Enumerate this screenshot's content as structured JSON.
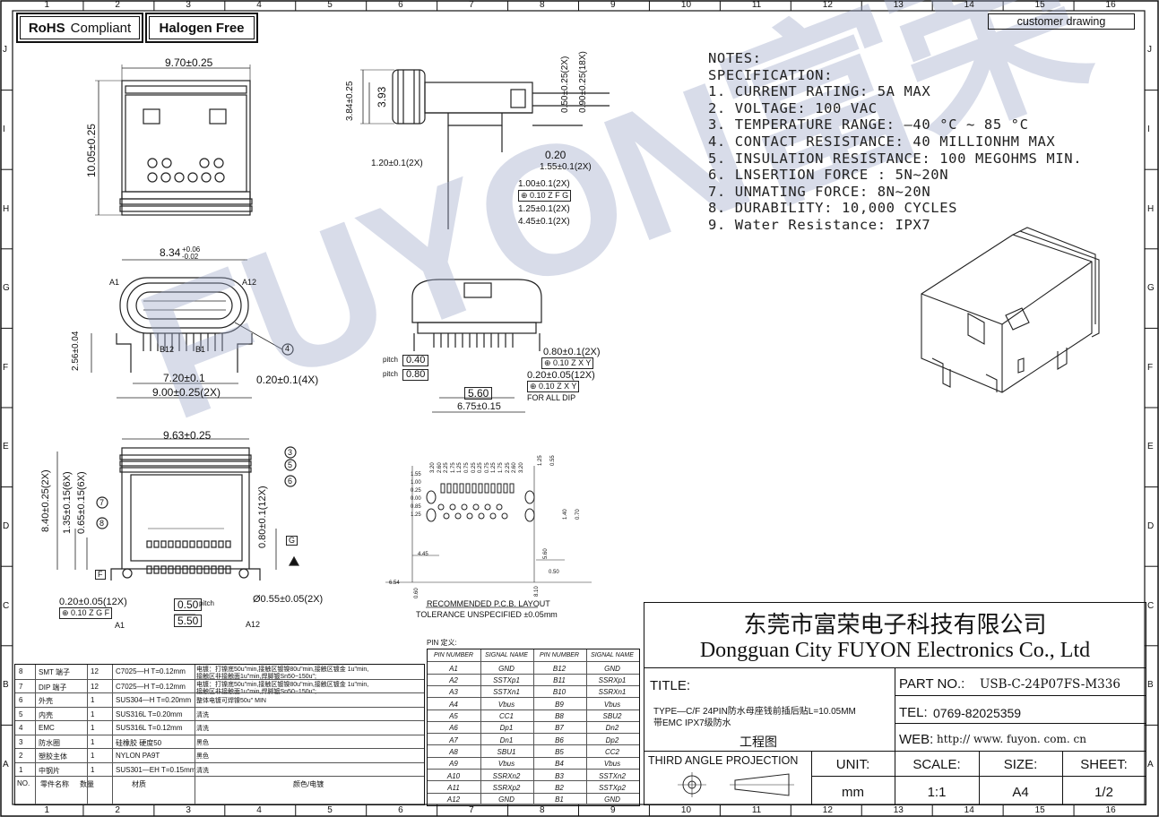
{
  "badges": {
    "rohs": "RoHS",
    "rohs_compliant": "Compliant",
    "halogen": "Halogen Free"
  },
  "customer_drawing": "customer drawing",
  "grid": {
    "columns": [
      "1",
      "2",
      "3",
      "4",
      "5",
      "6",
      "7",
      "8",
      "9",
      "10",
      "11",
      "12",
      "13",
      "14",
      "15",
      "16"
    ],
    "rows": [
      "J",
      "I",
      "H",
      "G",
      "F",
      "E",
      "D",
      "C",
      "B",
      "A"
    ]
  },
  "notes": [
    "NOTES:",
    "SPECIFICATION:",
    "1. CURRENT RATING: 5A MAX",
    "2. VOLTAGE: 100 VAC",
    "3. TEMPERATURE RANGE: —40 °C ~ 85 °C",
    "4. CONTACT RESISTANCE: 40 MILLIONHM MAX",
    "5. INSULATION RESISTANCE: 100 MEGOHMS MIN.",
    "6. LNSERTION FORCE : 5N~20N",
    "7. UNMATING FORCE: 8N~20N",
    "8. DURABILITY:  10,000 CYCLES",
    "9. Water Resistance: IPX7"
  ],
  "watermark": "FUYON富荣",
  "dims": {
    "top_width": "9.70±0.25",
    "top_height": "10.05±0.25",
    "side_384": "3.84±0.25",
    "side_393": "3.93",
    "side_050": "0.50±0.25(2X)",
    "side_090": "0.90±0.25(18X)",
    "side_020": "0.20",
    "side_155": "1.55±0.1(2X)",
    "side_120": "1.20±0.1(2X)",
    "side_100": "1.00±0.1(2X)",
    "side_010zfg": "0.10",
    "side_125": "1.25±0.1(2X)",
    "side_445": "4.45±0.1(2X)",
    "front_834": "8.34",
    "front_834_tol": "+0.06 -0.02",
    "front_a1": "A1",
    "front_a12": "A12",
    "front_b12": "B12",
    "front_b1": "B1",
    "front_256": "2.56±0.04",
    "front_720": "7.20±0.1",
    "front_900": "9.00±0.25(2X)",
    "front_020": "0.20±0.1(4X)",
    "front_call4": "4",
    "rear_080": "0.80±0.1(2X)",
    "rear_010zxy": "0.10",
    "rear_020": "0.20±0.05(12X)",
    "rear_010zxy2": "0.10",
    "rear_for_all_dip": "FOR ALL DIP",
    "rear_pitch": "pitch",
    "rear_040": "0.40",
    "rear_080b": "0.80",
    "rear_560": "5.60",
    "rear_675": "6.75±0.15",
    "bottom_963": "9.63±0.25",
    "bottom_840": "8.40±0.25(2X)",
    "bottom_135": "1.35±0.15(6X)",
    "bottom_065": "0.65±0.15(6X)",
    "bottom_080": "0.80±0.1(12X)",
    "bottom_020": "0.20±0.05(12X)",
    "bottom_010zgf": "0.10",
    "bottom_050": "0.50",
    "bottom_pitch": "pitch",
    "bottom_550": "5.50",
    "bottom_055": "Ø0.55±0.05(2X)",
    "bottom_a1": "A1",
    "bottom_a12": "A12",
    "bottom_f": "F",
    "bottom_g": "G",
    "calls": [
      "3",
      "5",
      "6",
      "7",
      "8"
    ]
  },
  "pcb": {
    "caption": "RECOMMENDED   P.C.B. LAYOUT",
    "tolerance": "TOLERANCE UNSPECIFIED ±0.05mm",
    "left_vals": [
      "1.55",
      "1.00",
      "0.25",
      "0.00",
      "0.85",
      "1.25"
    ],
    "right_vals": [
      "1.25",
      "0.55",
      "1.40",
      "0.70"
    ],
    "bottom_vals": [
      "4.45",
      "6.54",
      "0.60",
      "5.60",
      "0.50",
      "8.10"
    ],
    "top_vals": [
      "3.20",
      "2.60",
      "2.25",
      "1.75",
      "1.25",
      "0.75",
      "0.25",
      "0.25",
      "0.75",
      "1.25",
      "1.75",
      "2.25",
      "2.60",
      "3.20"
    ]
  },
  "bom": {
    "headers": [
      "NO.",
      "零件名称",
      "数量",
      "材质",
      "颜色/电镀"
    ],
    "rows": [
      {
        "no": "8",
        "name": "SMT 端子",
        "qty": "12",
        "mat": "C7025—H  T=0.12mm",
        "finish": "电镀：打镍底50u\"min,接触区镀镍80u\"min,接触区镀金 1u\"min,",
        "finish2": "接触区非接触面1u\"min,焊脚镀Sn50~150u\";"
      },
      {
        "no": "7",
        "name": "DIP 端子",
        "qty": "12",
        "mat": "C7025—H  T=0.12mm",
        "finish": "电镀：打镍底50u\"min,接触区镀镍80u\"min,接触区镀金 1u\"min,",
        "finish2": "接触区非接触面1u\"min,焊脚镀Sn50~150u\";"
      },
      {
        "no": "6",
        "name": "外壳",
        "qty": "1",
        "mat": "SUS304—H  T=0.20mm",
        "finish": "整体电镀可焊镍50u\" MIN",
        "finish2": ""
      },
      {
        "no": "5",
        "name": "内壳",
        "qty": "1",
        "mat": "SUS316L  T=0.20mm",
        "finish": "清洗",
        "finish2": ""
      },
      {
        "no": "4",
        "name": "EMC",
        "qty": "1",
        "mat": "SUS316L  T=0.12mm",
        "finish": "清洗",
        "finish2": ""
      },
      {
        "no": "3",
        "name": "防水圈",
        "qty": "1",
        "mat": "硅橡胶 硬度50",
        "finish": "黑色",
        "finish2": ""
      },
      {
        "no": "2",
        "name": "塑胶主体",
        "qty": "1",
        "mat": "NYLON PA9T",
        "finish": "黑色",
        "finish2": ""
      },
      {
        "no": "1",
        "name": "中钢片",
        "qty": "1",
        "mat": "SUS301—EH  T=0.15mm",
        "finish": "清洗",
        "finish2": ""
      }
    ]
  },
  "pin_table": {
    "title": "PIN 定义:",
    "headers": [
      "PIN NUMBER",
      "SIGNAL NAME",
      "PIN NUMBER",
      "SIGNAL NAME"
    ],
    "rows": [
      [
        "A1",
        "GND",
        "B12",
        "GND"
      ],
      [
        "A2",
        "SSTXp1",
        "B11",
        "SSRXp1"
      ],
      [
        "A3",
        "SSTXn1",
        "B10",
        "SSRXn1"
      ],
      [
        "A4",
        "Vbus",
        "B9",
        "Vbus"
      ],
      [
        "A5",
        "CC1",
        "B8",
        "SBU2"
      ],
      [
        "A6",
        "Dp1",
        "B7",
        "Dn2"
      ],
      [
        "A7",
        "Dn1",
        "B6",
        "Dp2"
      ],
      [
        "A8",
        "SBU1",
        "B5",
        "CC2"
      ],
      [
        "A9",
        "Vbus",
        "B4",
        "Vbus"
      ],
      [
        "A10",
        "SSRXn2",
        "B3",
        "SSTXn2"
      ],
      [
        "A11",
        "SSRXp2",
        "B2",
        "SSTXp2"
      ],
      [
        "A12",
        "GND",
        "B1",
        "GND"
      ]
    ]
  },
  "title_block": {
    "company_cn": "东莞市富荣电子科技有限公司",
    "company_en": "Dongguan City FUYON Electronics Co., Ltd",
    "title_label": "TITLE:",
    "title_line1": "TYPE—C/F 24PIN防水母座钱前插后贴L=10.05MM",
    "title_line2": "带EMC IPX7级防水",
    "drawing": "工程图",
    "part_label": "PART  NO.:",
    "part_no": "USB-C-24P07FS-M336",
    "tel_label": "TEL:",
    "tel": "0769-82025359",
    "web_label": "WEB:",
    "web": "http:// www. fuyon. com. cn",
    "projection": "THIRD ANGLE  PROJECTION",
    "unit_label": "UNIT:",
    "unit": "mm",
    "scale_label": "SCALE:",
    "scale": "1:1",
    "size_label": "SIZE:",
    "size": "A4",
    "sheet_label": "SHEET:",
    "sheet": "1/2"
  }
}
